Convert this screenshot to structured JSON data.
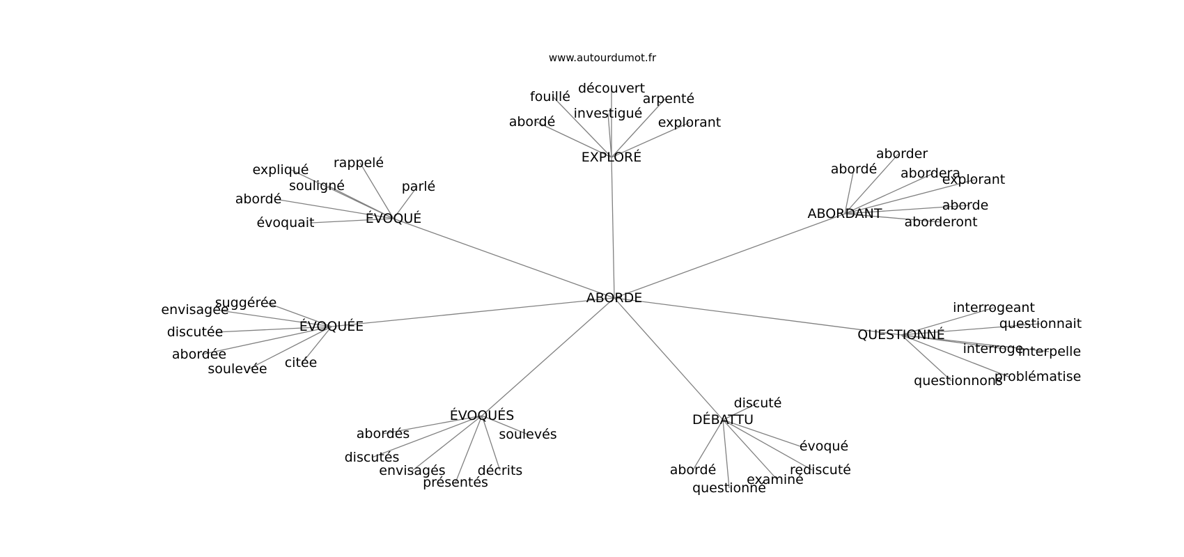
{
  "source": "www.autourdumot.fr",
  "root": "ABORDE",
  "groups": [
    {
      "hub": "EXPLORÉ",
      "leaves": [
        "découvert",
        "fouillé",
        "arpenté",
        "investigué",
        "abordé",
        "explorant"
      ]
    },
    {
      "hub": "ÉVOQUÉ",
      "leaves": [
        "rappelé",
        "expliqué",
        "souligné",
        "parlé",
        "abordé",
        "évoquait"
      ]
    },
    {
      "hub": "ABORDANT",
      "leaves": [
        "aborder",
        "abordé",
        "abordera",
        "explorant",
        "aborde",
        "aborderont"
      ]
    },
    {
      "hub": "ÉVOQUÉE",
      "leaves": [
        "suggérée",
        "envisagée",
        "discutée",
        "abordée",
        "citée",
        "soulevée"
      ]
    },
    {
      "hub": "QUESTIONNÉ",
      "leaves": [
        "interrogeant",
        "questionnait",
        "interroge",
        "interpelle",
        "problématise",
        "questionnons"
      ]
    },
    {
      "hub": "ÉVOQUÉS",
      "leaves": [
        "abordés",
        "soulevés",
        "discutés",
        "envisagés",
        "décrits",
        "présentés"
      ]
    },
    {
      "hub": "DÉBATTU",
      "leaves": [
        "discuté",
        "évoqué",
        "abordé",
        "rediscuté",
        "examiné",
        "questionné"
      ]
    }
  ]
}
